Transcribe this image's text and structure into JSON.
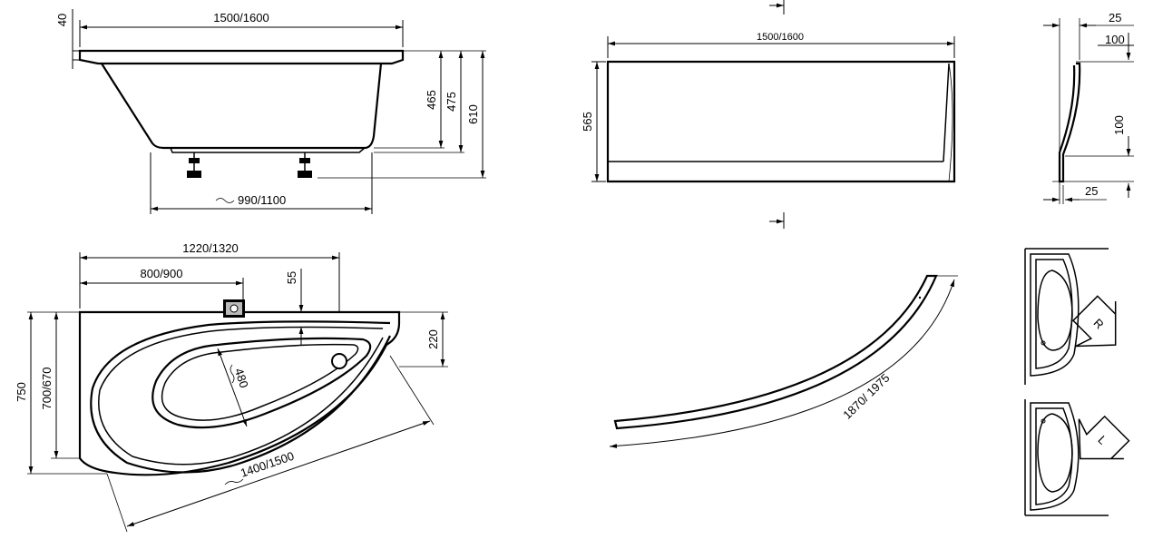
{
  "colors": {
    "line": "#000000",
    "background": "#ffffff"
  },
  "side_view": {
    "width_label": "1500/1600",
    "rim_label": "40",
    "h1_label": "465",
    "h2_label": "475",
    "h3_label": "610",
    "legs_label": "990/1100"
  },
  "panel_front": {
    "width_label": "1500/1600",
    "height_label": "565"
  },
  "panel_section": {
    "top_a_label": "25",
    "top_b_label": "100",
    "mid_label": "100",
    "bottom_label": "25"
  },
  "top_view": {
    "width_label": "1220/1320",
    "inner_label": "800/900",
    "offset_label": "55",
    "depth_a_label": "750",
    "depth_b_label": "700/670",
    "rim_label": "220",
    "basin_label": "480",
    "diag_label": "1400/1500"
  },
  "panel_curve": {
    "length_label": "1870/ 1975"
  },
  "orientation": {
    "right_label": "R",
    "left_label": "L"
  }
}
